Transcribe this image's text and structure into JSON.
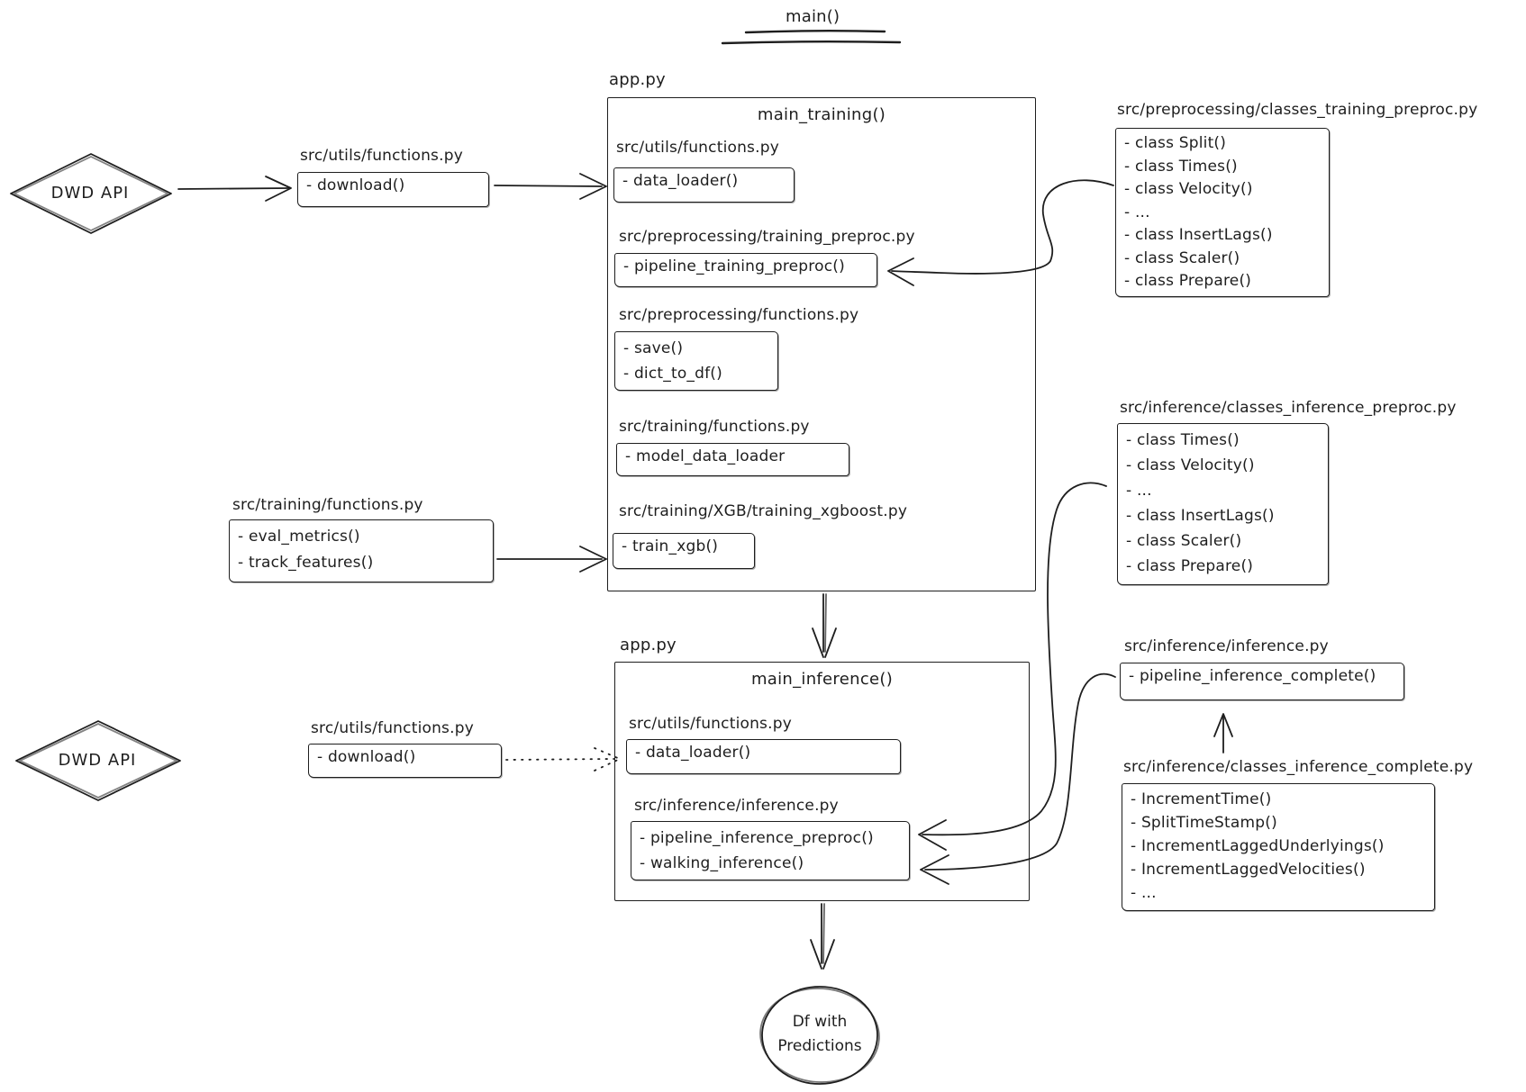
{
  "title": {
    "text": "main()"
  },
  "output": {
    "line1": "Df with",
    "line2": "Predictions"
  },
  "colors": {
    "stroke": "#1e1e1e",
    "background": "#ffffff"
  },
  "training_flow": {
    "source": {
      "label": "DWD API"
    },
    "download": {
      "file": "src/utils/functions.py",
      "items": [
        "- download()"
      ]
    },
    "eval": {
      "file": "src/training/functions.py",
      "items": [
        "- eval_metrics()",
        "- track_features()"
      ]
    },
    "container": {
      "file": "app.py",
      "heading": "main_training()",
      "sections": [
        {
          "file": "src/utils/functions.py",
          "items": [
            "- data_loader()"
          ]
        },
        {
          "file": "src/preprocessing/training_preproc.py",
          "items": [
            "- pipeline_training_preproc()"
          ]
        },
        {
          "file": "src/preprocessing/functions.py",
          "items": [
            "- save()",
            "- dict_to_df()"
          ]
        },
        {
          "file": "src/training/functions.py",
          "items": [
            "- model_data_loader"
          ]
        },
        {
          "file": "src/training/XGB/training_xgboost.py",
          "items": [
            "- train_xgb()"
          ]
        }
      ]
    },
    "classes": {
      "file": "src/preprocessing/classes_training_preproc.py",
      "items": [
        "- class Split()",
        "- class Times()",
        "- class Velocity()",
        "- ...",
        "- class InsertLags()",
        "- class Scaler()",
        "- class Prepare()"
      ]
    }
  },
  "inference_flow": {
    "source": {
      "label": "DWD API"
    },
    "download": {
      "file": "src/utils/functions.py",
      "items": [
        "- download()"
      ]
    },
    "container": {
      "file": "app.py",
      "heading": "main_inference()",
      "sections": [
        {
          "file": "src/utils/functions.py",
          "items": [
            "- data_loader()"
          ]
        },
        {
          "file": "src/inference/inference.py",
          "items": [
            "- pipeline_inference_preproc()",
            "- walking_inference()"
          ]
        }
      ]
    },
    "classes_preproc": {
      "file": "src/inference/classes_inference_preproc.py",
      "items": [
        "- class Times()",
        "- class Velocity()",
        "- ...",
        "- class InsertLags()",
        "- class Scaler()",
        "- class Prepare()"
      ]
    },
    "inference_complete": {
      "file": "src/inference/inference.py",
      "items": [
        "- pipeline_inference_complete()"
      ]
    },
    "classes_complete": {
      "file": "src/inference/classes_inference_complete.py",
      "items": [
        "- IncrementTime()",
        "- SplitTimeStamp()",
        "- IncrementLaggedUnderlyings()",
        "- IncrementLaggedVelocities()",
        "- ..."
      ]
    }
  }
}
